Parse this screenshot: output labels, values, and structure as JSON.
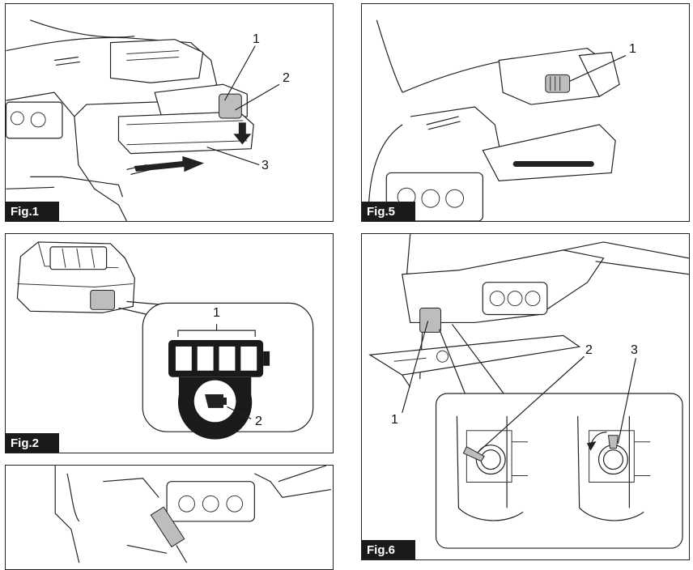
{
  "figures": [
    {
      "id": "fig1",
      "label": "Fig.1",
      "callouts": [
        "1",
        "2",
        "3"
      ]
    },
    {
      "id": "fig2",
      "label": "Fig.2",
      "callouts": [
        "1",
        "2"
      ]
    },
    {
      "id": "fig3",
      "label": "",
      "callouts": []
    },
    {
      "id": "fig5",
      "label": "Fig.5",
      "callouts": [
        "1"
      ]
    },
    {
      "id": "fig6",
      "label": "Fig.6",
      "callouts": [
        "1",
        "2",
        "3"
      ]
    }
  ]
}
